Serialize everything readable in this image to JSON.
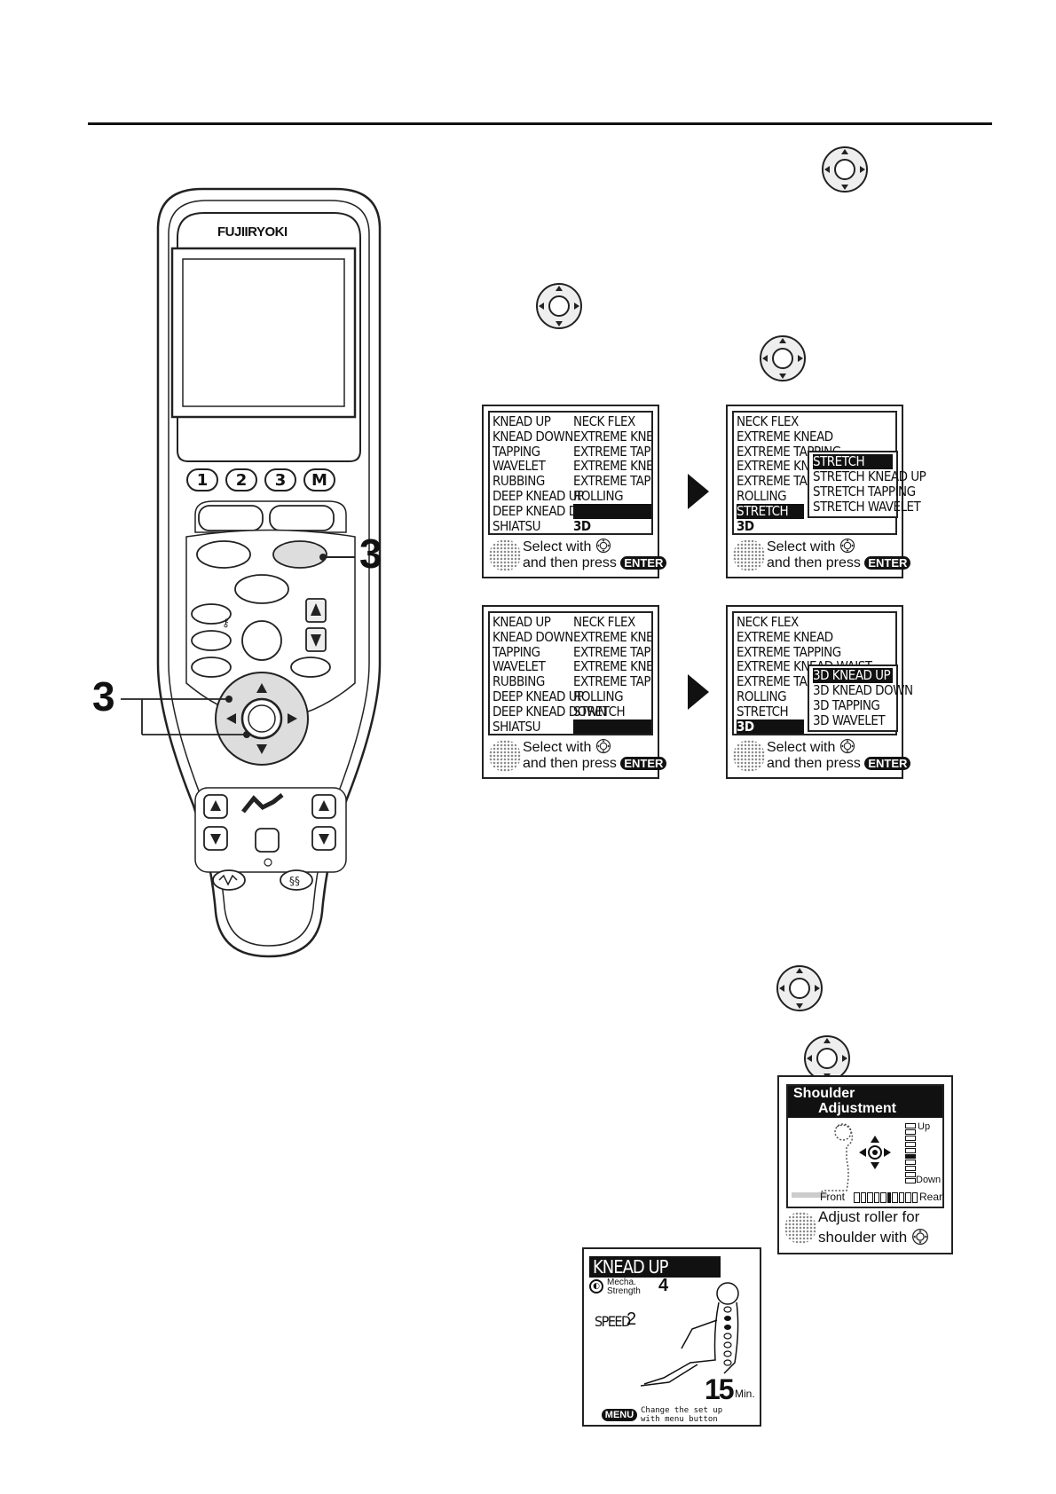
{
  "remote": {
    "brand": "FUJIIRYOKI",
    "buttons": [
      "1",
      "2",
      "3",
      "M"
    ],
    "callout_label": "3"
  },
  "screens": {
    "main_menu_1": {
      "left_col": [
        "KNEAD UP",
        "KNEAD DOWN",
        "TAPPING",
        "WAVELET",
        "RUBBING",
        "DEEP KNEAD UP",
        "DEEP KNEAD DOWN",
        "SHIATSU"
      ],
      "right_col": [
        "NECK FLEX",
        "EXTREME KNEAD",
        "EXTREME TAPPING",
        "EXTREME KNEAD WAIST",
        "EXTREME TAPPING WAIST",
        "ROLLING",
        "",
        "3D"
      ],
      "footer_line1": "Select with",
      "footer_line2": "and then press",
      "enter_label": "ENTER"
    },
    "stretch_menu": {
      "left_col": [
        "NECK FLEX",
        "EXTREME KNEAD",
        "EXTREME TAPPING",
        "EXTREME KNEAD WAIST",
        "EXTREME TAPPING WAIST",
        "ROLLING",
        "STRETCH",
        "3D"
      ],
      "submenu": [
        "STRETCH",
        "STRETCH KNEAD UP",
        "STRETCH TAPPING",
        "STRETCH WAVELET"
      ],
      "footer_line1": "Select with",
      "footer_line2": "and then press",
      "enter_label": "ENTER"
    },
    "main_menu_2": {
      "left_col": [
        "KNEAD UP",
        "KNEAD DOWN",
        "TAPPING",
        "WAVELET",
        "RUBBING",
        "DEEP KNEAD UP",
        "DEEP KNEAD DOWN",
        "SHIATSU"
      ],
      "right_col": [
        "NECK FLEX",
        "EXTREME KNEAD",
        "EXTREME TAPPING",
        "EXTREME KNEAD WAIST",
        "EXTREME TAPPING WAIST",
        "ROLLING",
        "STRETCH",
        ""
      ],
      "footer_line1": "Select with",
      "footer_line2": "and then press",
      "enter_label": "ENTER"
    },
    "threed_menu": {
      "left_col": [
        "NECK FLEX",
        "EXTREME KNEAD",
        "EXTREME TAPPING",
        "EXTREME KNEAD WAIST",
        "EXTREME TAPPING WAIST",
        "ROLLING",
        "STRETCH",
        "3D"
      ],
      "submenu": [
        "3D KNEAD UP",
        "3D KNEAD DOWN",
        "3D TAPPING",
        "3D WAVELET"
      ],
      "footer_line1": "Select with",
      "footer_line2": "and then press",
      "enter_label": "ENTER"
    },
    "shoulder": {
      "title_line1": "Shoulder",
      "title_line2": "Adjustment",
      "up_label": "Up",
      "down_label": "Down",
      "front_label": "Front",
      "rear_label": "Rear",
      "footer_line1": "Adjust roller for",
      "footer_line2": "shoulder with"
    },
    "knead_up": {
      "title": "KNEAD UP",
      "mecha_label": "Mecha. Strength",
      "mecha_value": "4",
      "speed_label": "SPEED",
      "speed_value": "2",
      "time_value": "15",
      "time_unit": "Min.",
      "menu_label": "MENU",
      "hint_line1": "Change the set up",
      "hint_line2": "with menu button"
    }
  }
}
